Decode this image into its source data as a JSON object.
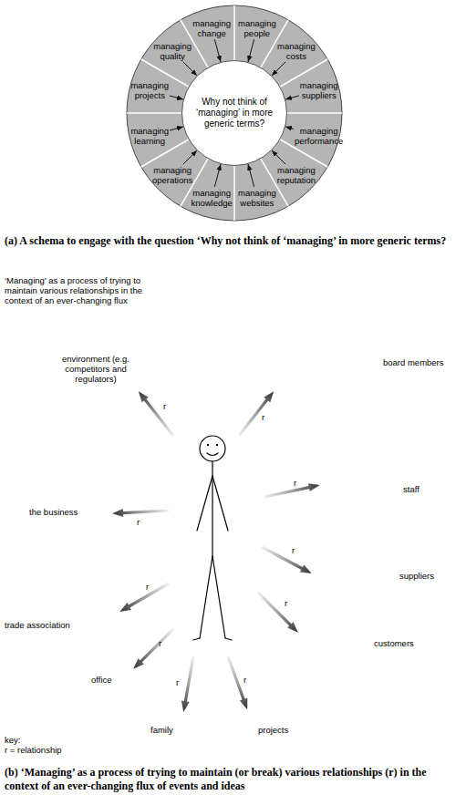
{
  "diagram": {
    "nodes": [
      {
        "text": [
          "managing change"
        ]
      },
      {
        "text": [
          "managing people"
        ]
      },
      {
        "text": [
          "managing costs"
        ]
      },
      {
        "text": [
          "managing suppliers"
        ]
      },
      {
        "text": [
          "managing performance"
        ]
      },
      {
        "text": [
          "managing reputation"
        ]
      },
      {
        "text": [
          "managing websites"
        ]
      },
      {
        "text": [
          "managing knowledge"
        ]
      },
      {
        "text": [
          "managing operations"
        ]
      },
      {
        "text": [
          "managing learning"
        ]
      },
      {
        "text": [
          "managing projects"
        ]
      },
      {
        "text": [
          "managing quality"
        ]
      },
      {
        "text": [
          "Why not think of ‘managing’ in more generic terms?"
        ]
      }
    ],
    "edges": [
      {
        "from": 0,
        "to": 12,
        "arrow": "to"
      },
      {
        "from": 1,
        "to": 12,
        "arrow": "to"
      },
      {
        "from": 2,
        "to": 12,
        "arrow": "to"
      },
      {
        "from": 3,
        "to": 12,
        "arrow": "to"
      },
      {
        "from": 4,
        "to": 12,
        "arrow": "to"
      },
      {
        "from": 5,
        "to": 12,
        "arrow": "to"
      },
      {
        "from": 6,
        "to": 12,
        "arrow": "to"
      },
      {
        "from": 7,
        "to": 12,
        "arrow": "to"
      },
      {
        "from": 8,
        "to": 12,
        "arrow": "to"
      },
      {
        "from": 9,
        "to": 12,
        "arrow": "to"
      },
      {
        "from": 10,
        "to": 12,
        "arrow": "to"
      },
      {
        "from": 11,
        "to": 12,
        "arrow": "to"
      }
    ],
    "labels": [
      "(a) A schema to engage with the question ‘Why not think of ‘managing’ in more generic terms?",
      "‘Managing’ as a process of trying to maintain various relationships in the context of an ever-changing flux",
      "environment (e.g. competitors and regulators)",
      "r",
      "board members",
      "r",
      "the business",
      "r",
      "staff",
      "r",
      "trade association",
      "r",
      "suppliers",
      "r",
      "office",
      "r",
      "customers",
      "r",
      "family",
      "r",
      "projects",
      "r",
      "key:",
      "r = relationship",
      "(b) ‘Managing’ as a process of trying to maintain (or break) various relationships (r) in the context of an ever-changing flux of events and ideas"
    ]
  }
}
